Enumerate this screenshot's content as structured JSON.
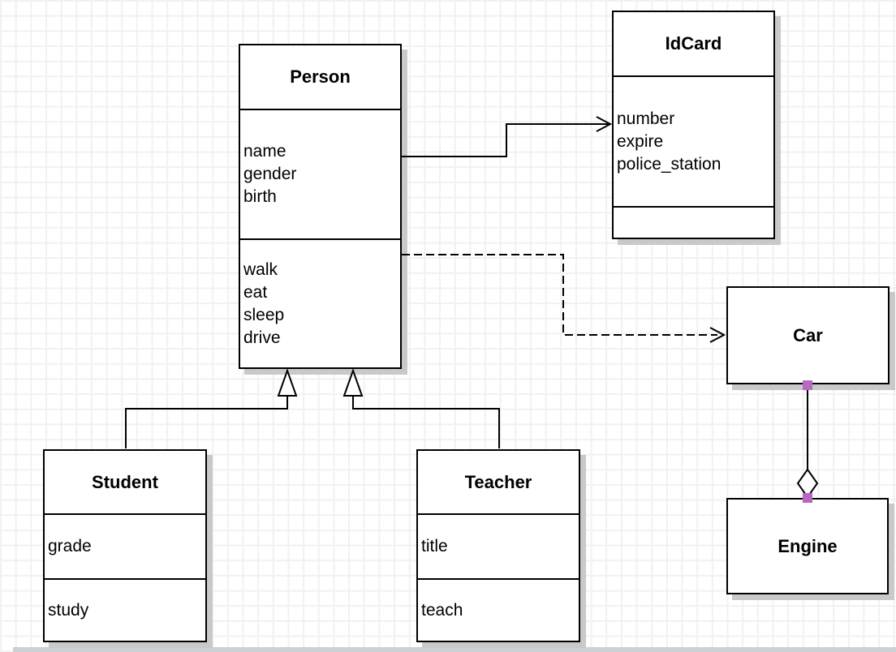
{
  "diagram": {
    "type": "uml-class-diagram",
    "classes": {
      "person": {
        "title": "Person",
        "attributes": [
          "name",
          "gender",
          "birth"
        ],
        "methods": [
          "walk",
          "eat",
          "sleep",
          "drive"
        ]
      },
      "idcard": {
        "title": "IdCard",
        "attributes": [
          "number",
          "expire",
          "police_station"
        ],
        "methods": []
      },
      "car": {
        "title": "Car",
        "attributes": [],
        "methods": []
      },
      "engine": {
        "title": "Engine",
        "attributes": [],
        "methods": []
      },
      "student": {
        "title": "Student",
        "attributes": [
          "grade"
        ],
        "methods": [
          "study"
        ]
      },
      "teacher": {
        "title": "Teacher",
        "attributes": [
          "title"
        ],
        "methods": [
          "teach"
        ]
      }
    },
    "relationships": [
      {
        "from": "Person",
        "to": "IdCard",
        "type": "association",
        "line": "solid",
        "arrow": "open-arrow"
      },
      {
        "from": "Person",
        "to": "Car",
        "type": "dependency",
        "line": "dashed",
        "arrow": "open-arrow"
      },
      {
        "from": "Student",
        "to": "Person",
        "type": "generalization",
        "line": "solid",
        "arrow": "hollow-triangle"
      },
      {
        "from": "Teacher",
        "to": "Person",
        "type": "generalization",
        "line": "solid",
        "arrow": "hollow-triangle"
      },
      {
        "from": "Car",
        "to": "Engine",
        "type": "aggregation",
        "line": "solid",
        "arrow": "hollow-diamond"
      }
    ],
    "colors": {
      "line": "#000000",
      "box_fill": "#ffffff",
      "box_border": "#000000",
      "box_shadow": "#c9c9c9",
      "grid_line": "#f1f1f4",
      "endpoint_marker": "#b768c0",
      "page_edge_shadow": "#ccd1d5"
    }
  }
}
